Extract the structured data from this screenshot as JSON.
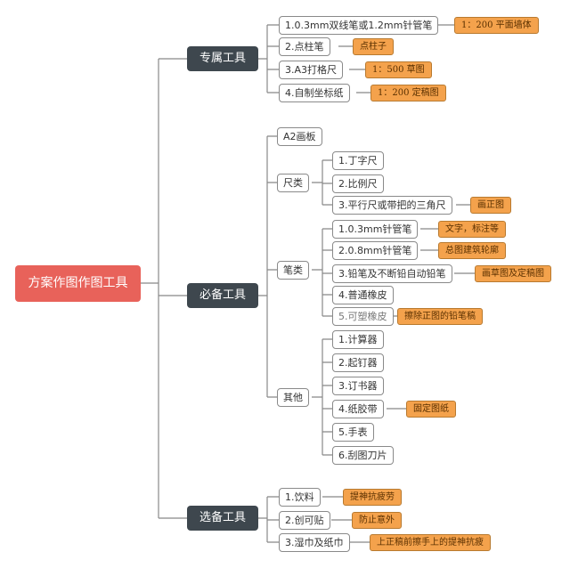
{
  "root": "方案作图作图工具",
  "branches": {
    "exclusive": {
      "label": "专属工具",
      "items": [
        {
          "label": "1.0.3mm双线笔或1.2mm针管笔",
          "note": "1：200 平面墙体"
        },
        {
          "label": "2.点柱笔",
          "note": "点柱子"
        },
        {
          "label": "3.A3打格尺",
          "note": "1：500 草图"
        },
        {
          "label": "4.自制坐标纸",
          "note": "1：200 定稿图"
        }
      ]
    },
    "required": {
      "label": "必备工具",
      "board": "A2画板",
      "rulers": {
        "label": "尺类",
        "items": [
          {
            "label": "1.丁字尺"
          },
          {
            "label": "2.比例尺"
          },
          {
            "label": "3.平行尺或带把的三角尺",
            "note": "画正图"
          }
        ]
      },
      "pens": {
        "label": "笔类",
        "items": [
          {
            "label": "1.0.3mm针管笔",
            "note": "文字，标注等"
          },
          {
            "label": "2.0.8mm针管笔",
            "note": "总图建筑轮廓"
          },
          {
            "label": "3.铅笔及不断铅自动铅笔",
            "note": "画草图及定稿图"
          },
          {
            "label": "4.普通橡皮"
          },
          {
            "label": "5.可塑橡皮",
            "note": "擦除正图的铅笔稿"
          }
        ]
      },
      "others": {
        "label": "其他",
        "items": [
          {
            "label": "1.计算器"
          },
          {
            "label": "2.起钉器"
          },
          {
            "label": "3.订书器"
          },
          {
            "label": "4.纸胶带",
            "note": "固定图纸"
          },
          {
            "label": "5.手表"
          },
          {
            "label": "6.刮图刀片"
          }
        ]
      }
    },
    "optional": {
      "label": "选备工具",
      "items": [
        {
          "label": "1.饮料",
          "note": "提神抗疲劳"
        },
        {
          "label": "2.创可贴",
          "note": "防止意外"
        },
        {
          "label": "3.湿巾及纸巾",
          "note": "上正稿前擦手上的提神抗疲"
        }
      ]
    }
  }
}
